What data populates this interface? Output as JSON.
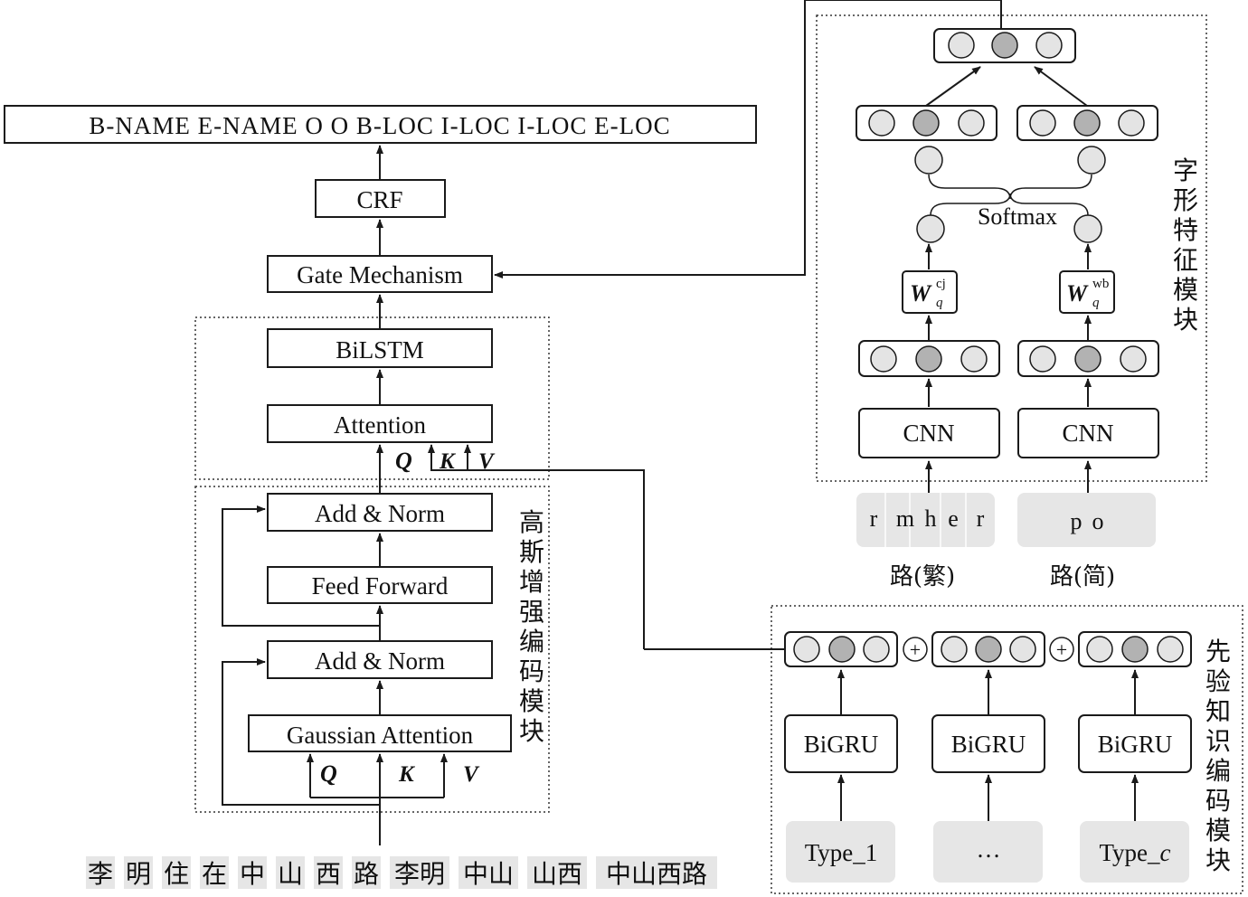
{
  "output_tags": "B-NAME E-NAME O O B-LOC I-LOC I-LOC E-LOC",
  "main_stack": {
    "crf": "CRF",
    "gate": "Gate Mechanism",
    "bilstm": "BiLSTM",
    "attention": "Attention",
    "add_norm_top": "Add & Norm",
    "feed_forward": "Feed Forward",
    "add_norm_bottom": "Add & Norm",
    "gaussian_attention": "Gaussian Attention",
    "q": "Q",
    "k": "K",
    "v": "V"
  },
  "modules": {
    "gaussian_module": [
      "高",
      "斯",
      "增",
      "强",
      "编",
      "码",
      "模",
      "块"
    ],
    "glyph_module": [
      "字",
      "形",
      "特",
      "征",
      "模",
      "块"
    ],
    "prior_module": [
      "先",
      "验",
      "知",
      "识",
      "编",
      "码",
      "模",
      "块"
    ]
  },
  "glyph": {
    "softmax": "Softmax",
    "cnn_left": "CNN",
    "cnn_right": "CNN",
    "w_left_base": "W",
    "w_left_sub": "q",
    "w_left_sup": "cj",
    "w_right_base": "W",
    "w_right_sub": "q",
    "w_right_sup": "wb",
    "input_left": [
      "r",
      "m",
      "h",
      "e",
      "r"
    ],
    "input_right": [
      "p",
      "o"
    ],
    "label_left": "路(繁)",
    "label_right": "路(简)"
  },
  "prior": {
    "bigru": [
      "BiGRU",
      "BiGRU",
      "BiGRU"
    ],
    "type_1": "Type_1",
    "ellipsis": "…",
    "type_c_base": "Type_",
    "type_c_var": "c",
    "plus": "+"
  },
  "input_tokens": [
    "李",
    "明",
    "住",
    "在",
    "中",
    "山",
    "西",
    "路",
    "李明",
    "中山",
    "山西",
    "中山西路"
  ],
  "colors": {
    "line": "#1a1a1a",
    "circle_fill": "#e4e4e4",
    "circle_dark": "#b2b2b2",
    "token_bg": "#e6e6e6"
  }
}
